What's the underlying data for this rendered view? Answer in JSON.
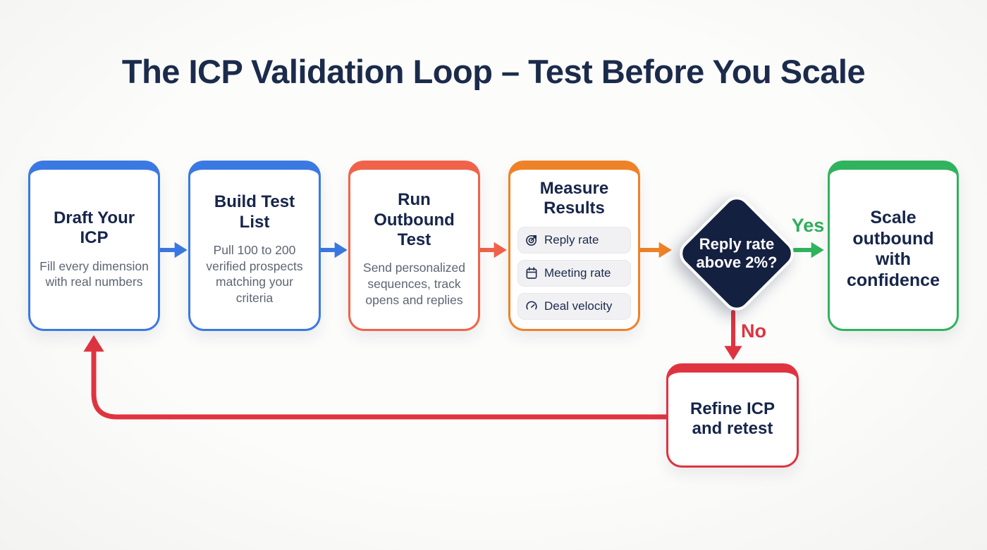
{
  "title": "The ICP Validation Loop – Test Before You Scale",
  "colors": {
    "navy_text": "#1B2B4B",
    "diamond_navy": "#142040",
    "blue": "#3B79E2",
    "coral": "#F0634A",
    "orange": "#EF8227",
    "green": "#30B35E",
    "red": "#DF3440",
    "body_text": "#5D6573",
    "chip_bg": "#F1F1F4",
    "background": "#FAFAF8"
  },
  "cards": [
    {
      "name": "draft-your-icp",
      "title": "Draft Your ICP",
      "body": "Fill every dimension with real numbers",
      "accent": "#3B79E2"
    },
    {
      "name": "build-test-list",
      "title": "Build Test List",
      "body": "Pull 100 to 200 verified prospects matching your criteria",
      "accent": "#3B79E2"
    },
    {
      "name": "run-outbound-test",
      "title": "Run Outbound Test",
      "body": "Send personalized sequences, track opens and replies",
      "accent": "#F0634A"
    },
    {
      "name": "measure-results",
      "title": "Measure Results",
      "accent": "#EF8227",
      "metrics": [
        {
          "icon": "target-icon",
          "label": "Reply rate"
        },
        {
          "icon": "calendar-icon",
          "label": "Meeting rate"
        },
        {
          "icon": "gauge-icon",
          "label": "Deal velocity"
        }
      ]
    },
    {
      "name": "scale-outbound",
      "title": "Scale outbound with confidence",
      "accent": "#30B35E"
    },
    {
      "name": "refine-icp",
      "title": "Refine ICP and retest",
      "accent": "#DF3440"
    }
  ],
  "decision": {
    "label": "Reply rate above 2%?",
    "yes_label": "Yes",
    "no_label": "No",
    "accent": "#142040"
  }
}
